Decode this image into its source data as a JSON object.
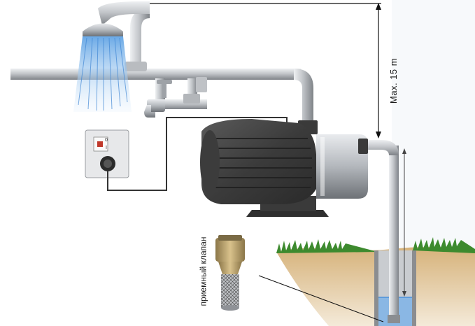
{
  "labels": {
    "max_height": "Max. 15 m",
    "foot_valve": "приемный клапан",
    "switch_on": "0",
    "switch_off": "I"
  },
  "colors": {
    "pipe": "#c7c9cc",
    "pipe_dark": "#8e9196",
    "pump_body": "#4a4a4a",
    "water": "#4a90d9",
    "soil": "#c9a36a",
    "grass": "#3d8a2e",
    "valve_brass": "#c9b07a"
  }
}
